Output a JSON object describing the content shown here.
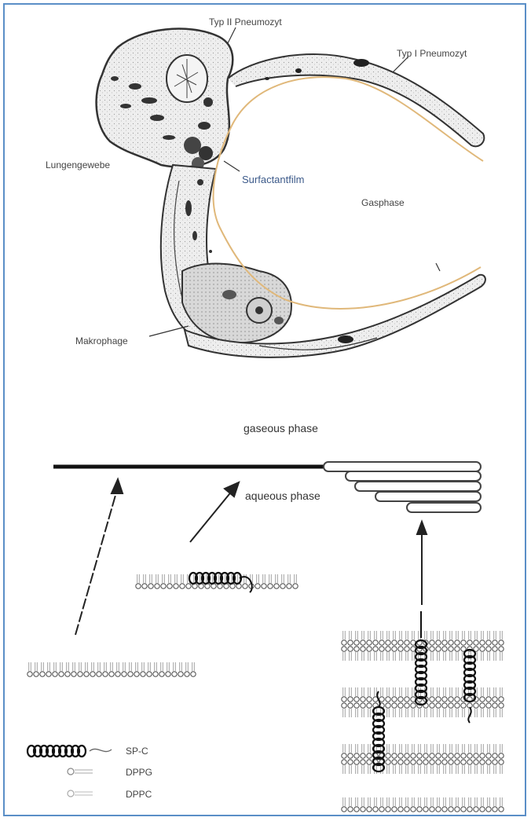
{
  "top_diagram": {
    "labels": {
      "type2": "Typ II Pneumozyt",
      "type1": "Typ I Pneumozyt",
      "tissue": "Lungengewebe",
      "surfactant": "Surfactantfilm",
      "gas": "Gasphase",
      "macrophage": "Makrophage"
    }
  },
  "bottom_diagram": {
    "labels": {
      "gaseous": "gaseous phase",
      "aqueous": "aqueous phase"
    }
  },
  "legend": {
    "items": [
      {
        "label": "SP-C"
      },
      {
        "label": "DPPG"
      },
      {
        "label": "DPPC"
      }
    ]
  },
  "colors": {
    "border": "#5b8fc7",
    "surfactant_line": "#e0b87a",
    "membrane": "#555555",
    "film": "#111111"
  }
}
